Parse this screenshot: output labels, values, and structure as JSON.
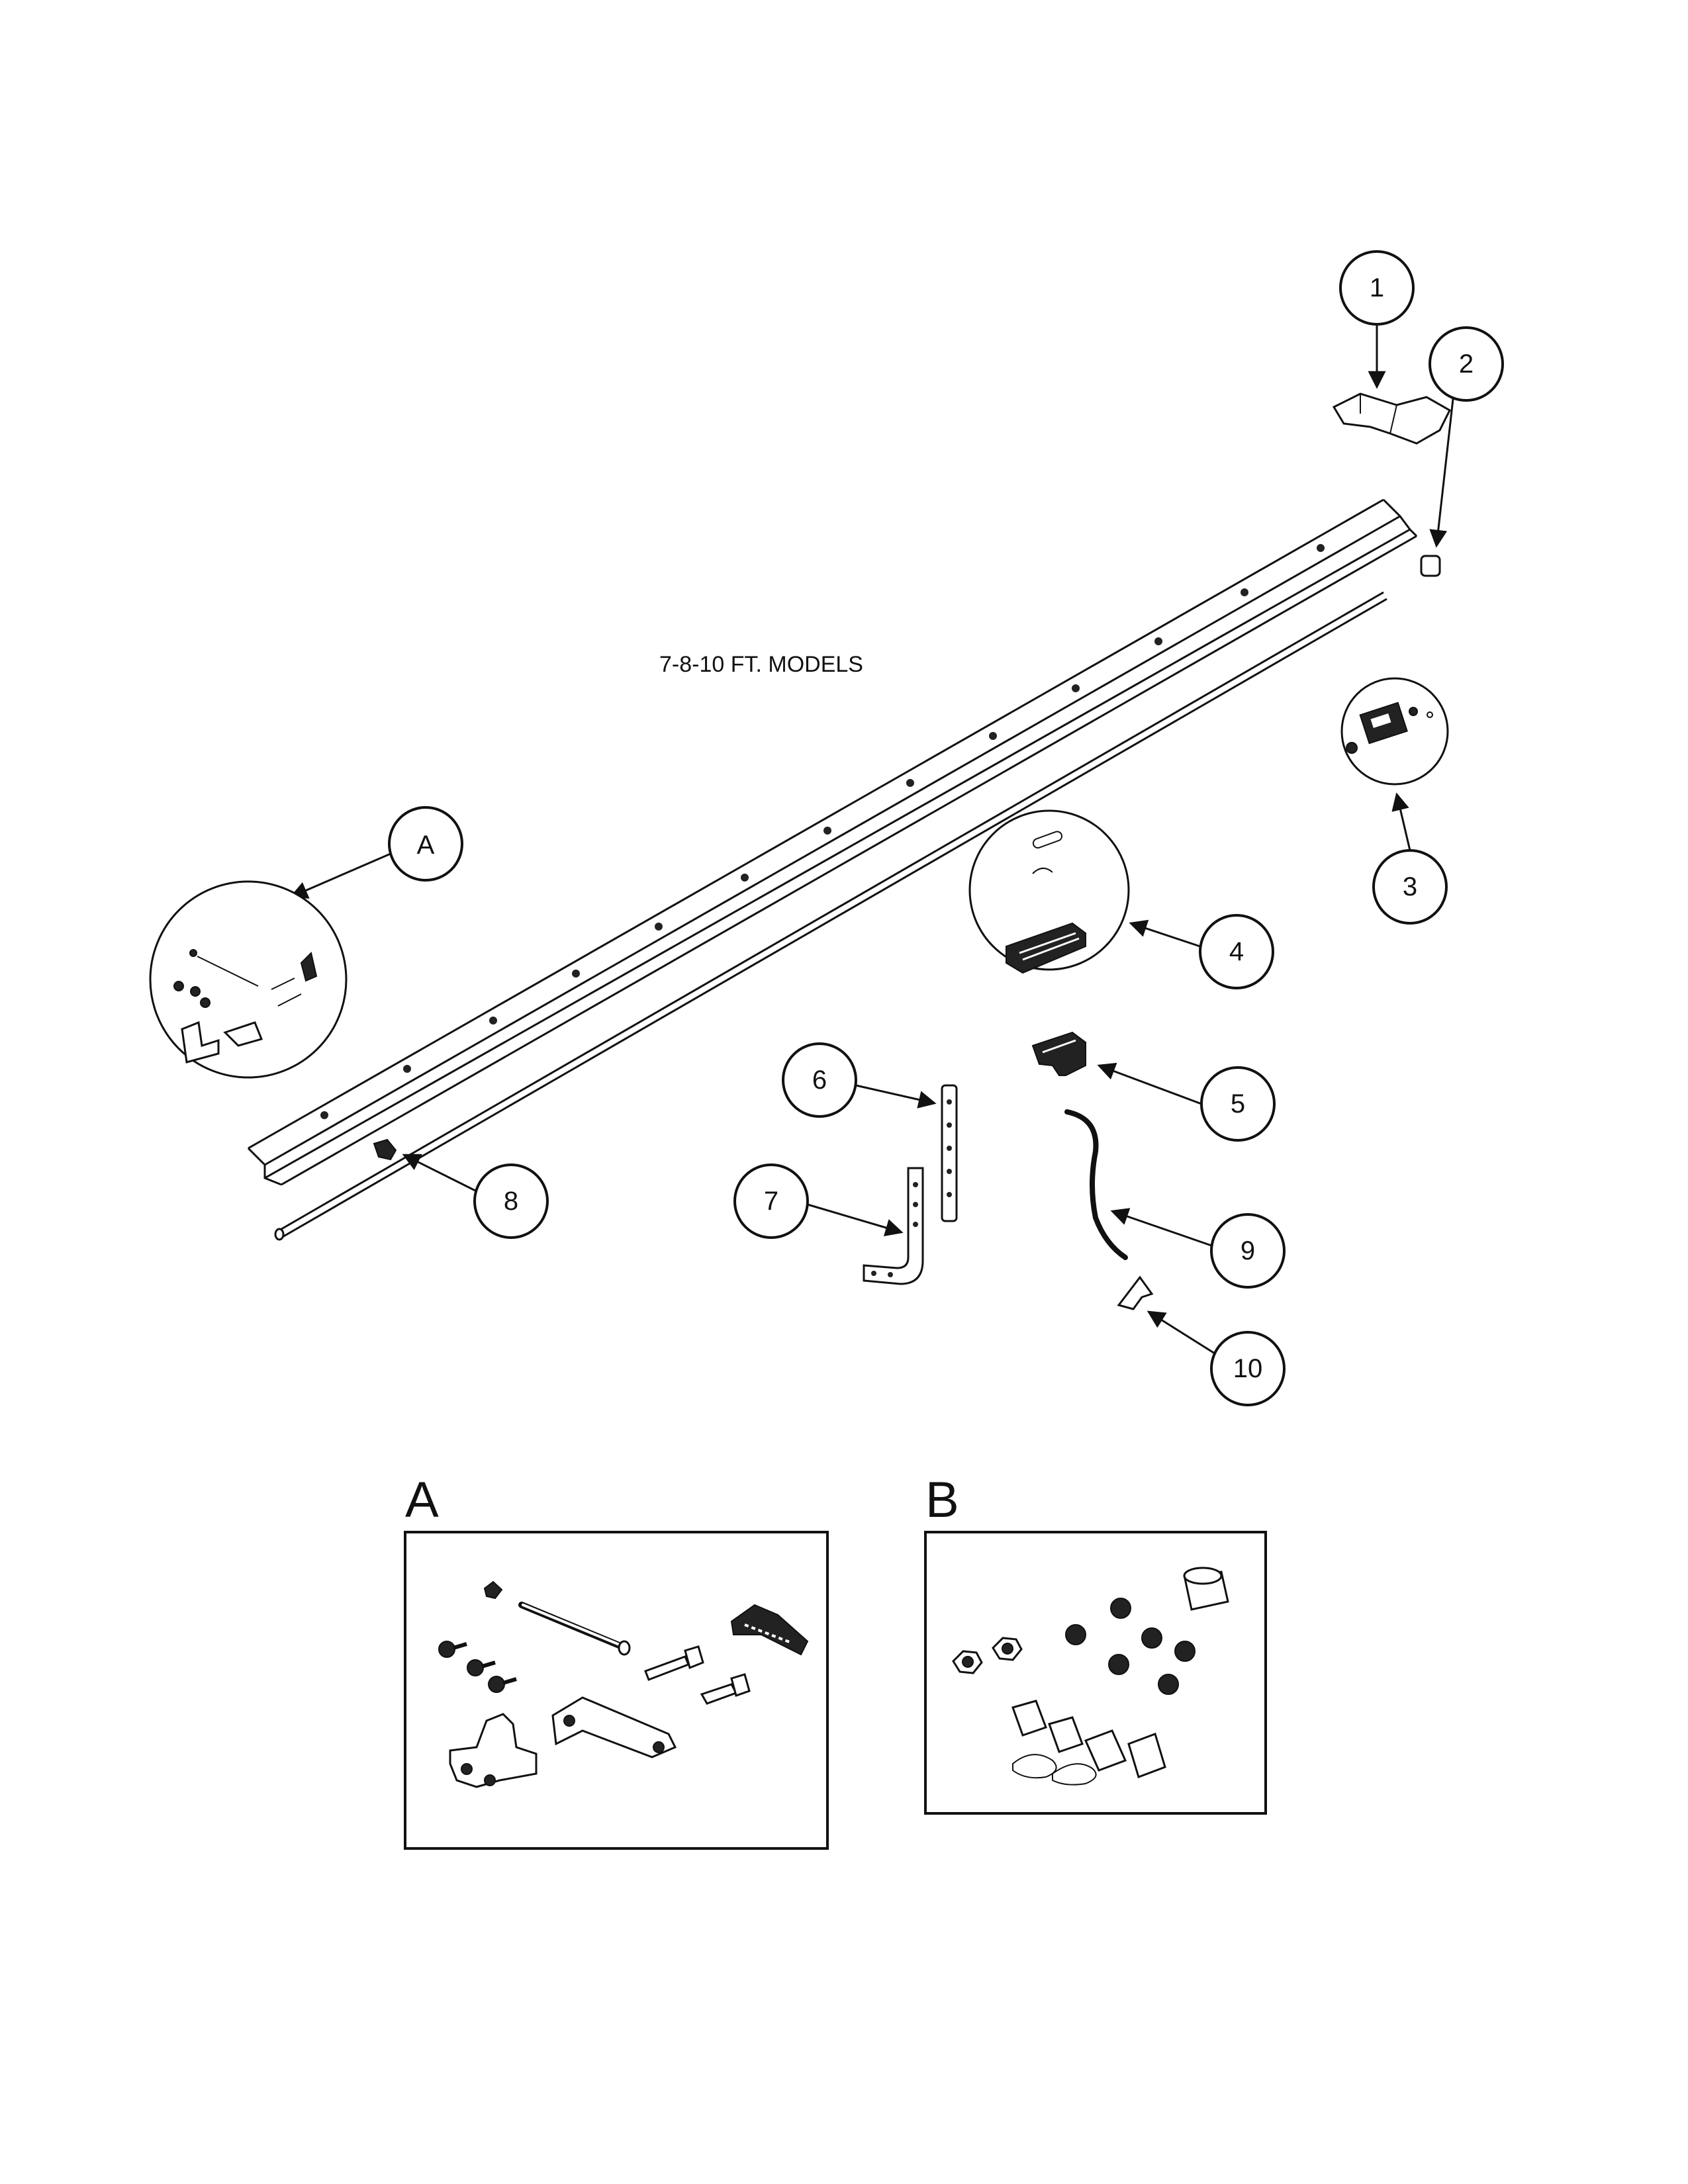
{
  "title": "7-8-10 FT. MODELS",
  "callouts": {
    "c1": "1",
    "c2": "2",
    "c3": "3",
    "c4": "4",
    "c5": "5",
    "c6": "6",
    "c7": "7",
    "c8": "8",
    "c9": "9",
    "c10": "10",
    "cA": "A"
  },
  "kits": {
    "a_label": "A",
    "b_label": "B"
  }
}
